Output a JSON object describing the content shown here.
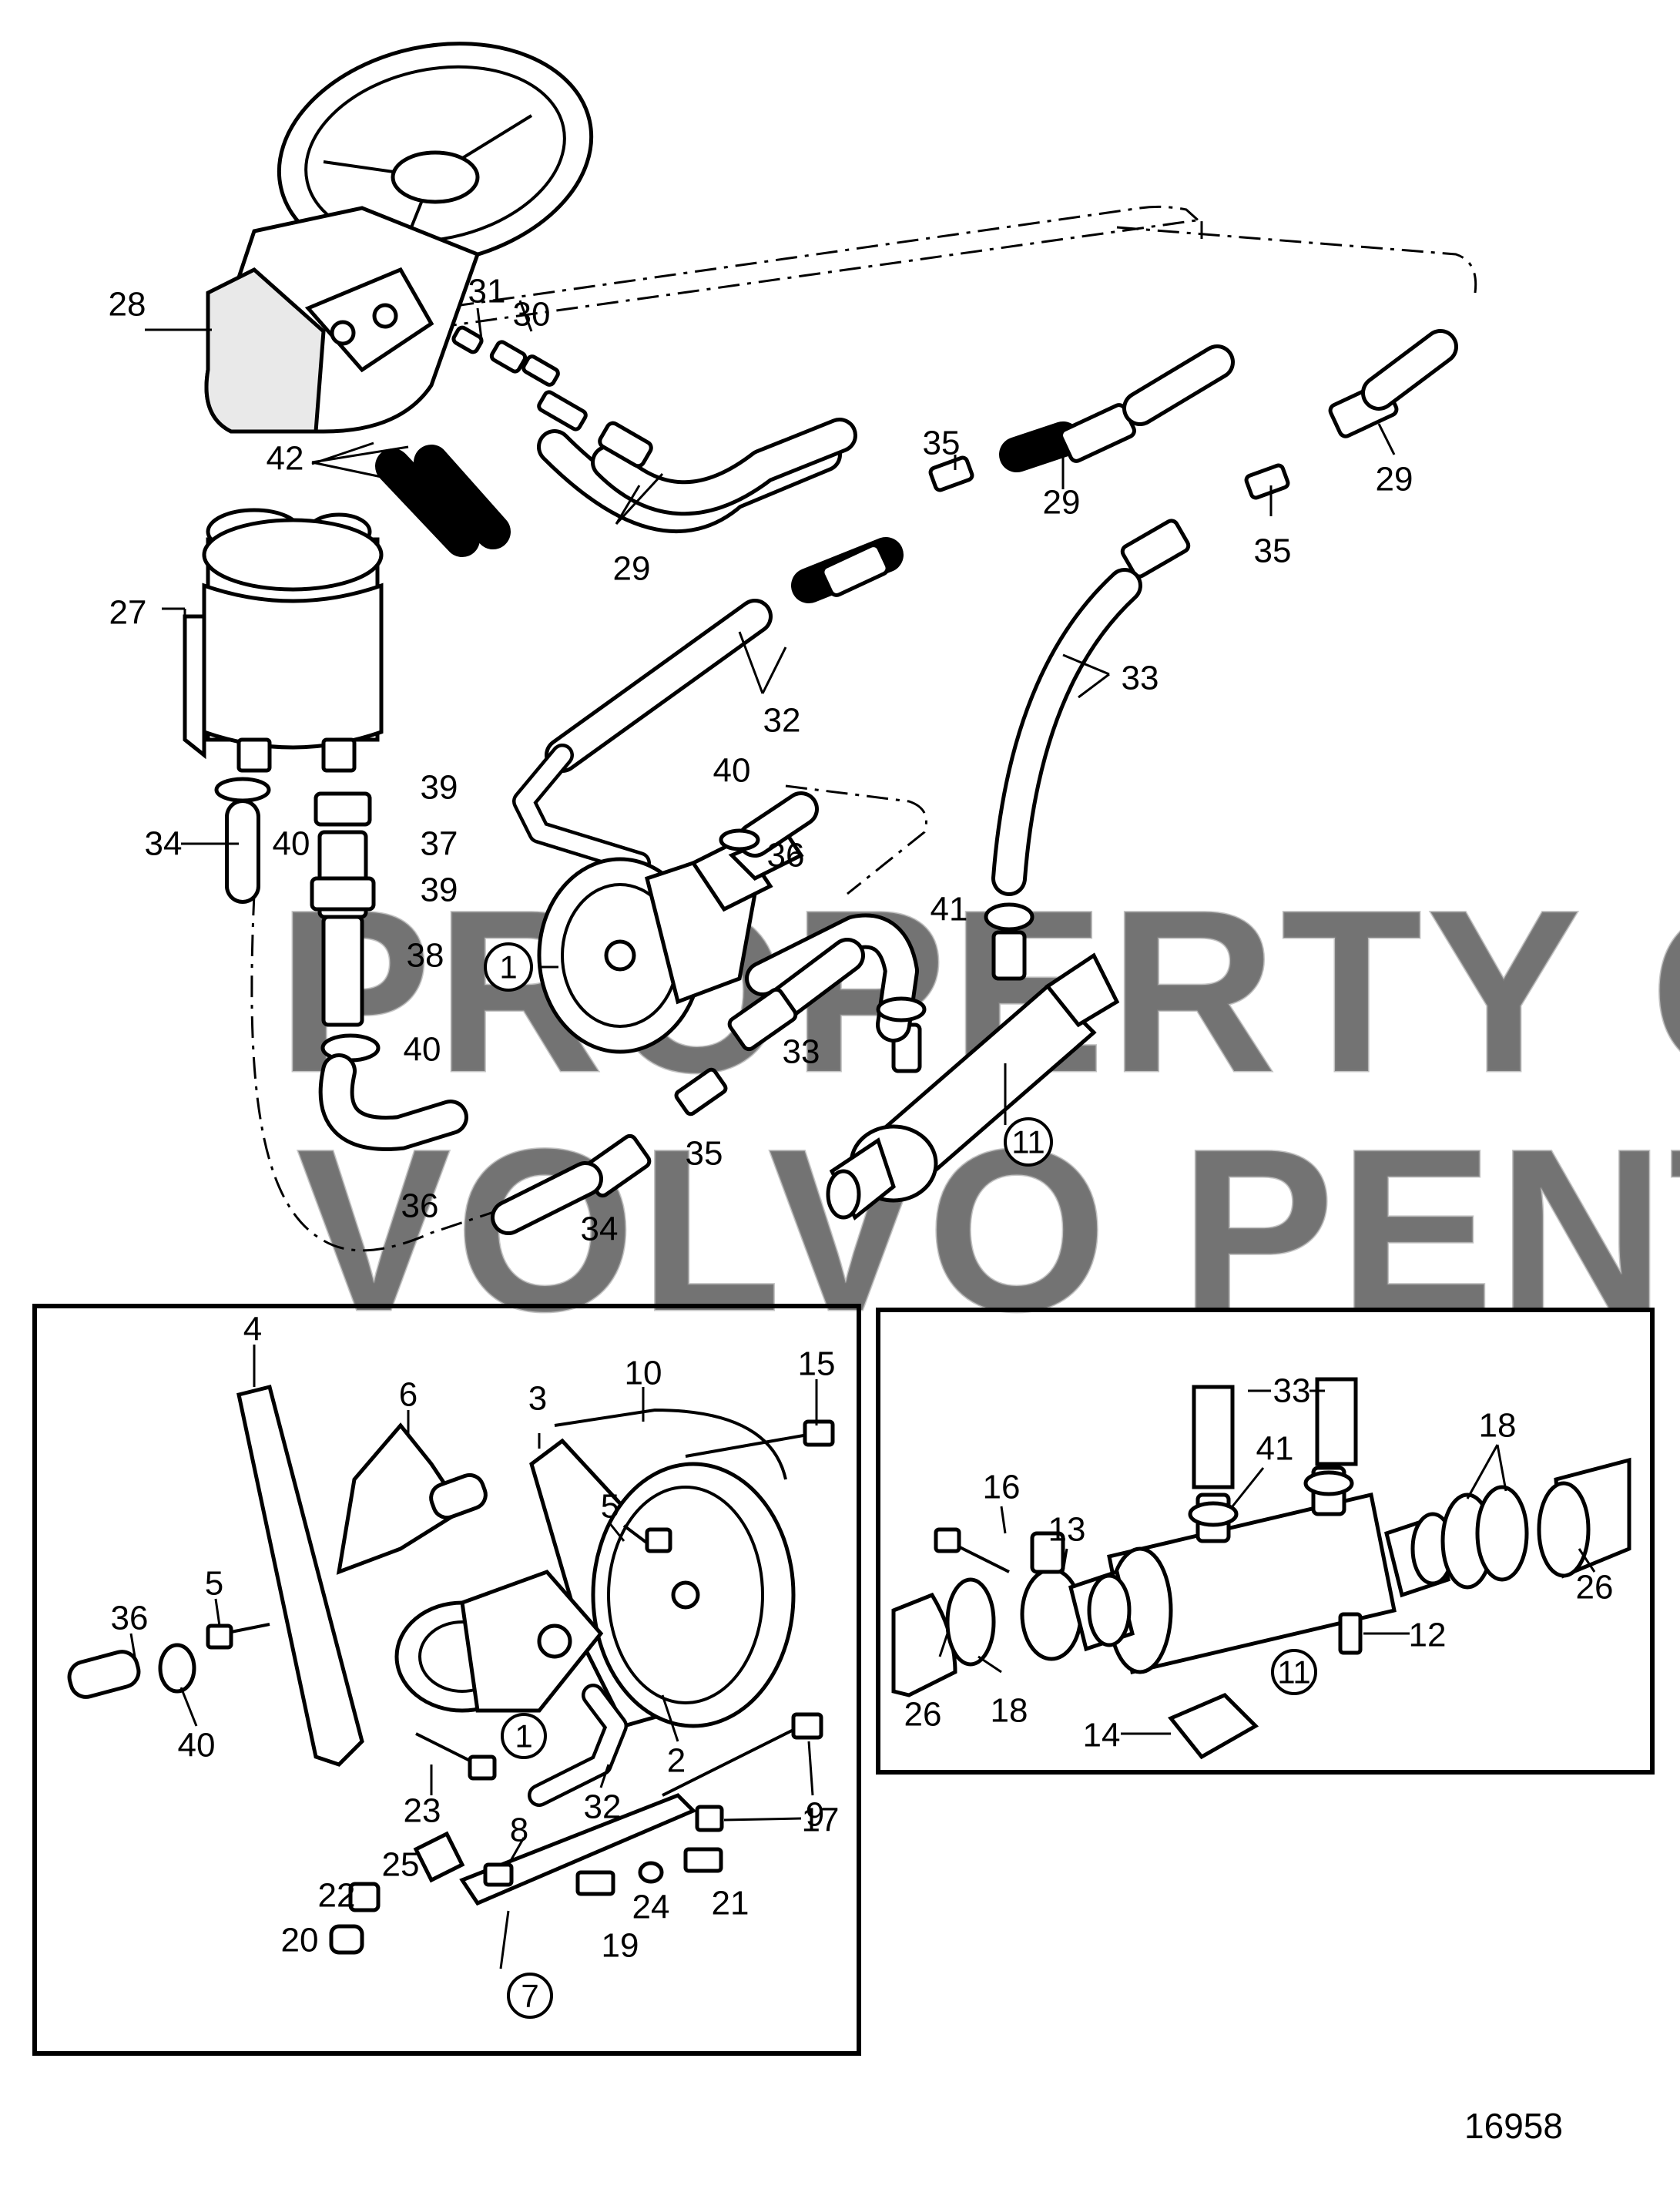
{
  "figure_number": "16958",
  "watermark": {
    "line1": "PROPERTY OF",
    "line2": "VOLVO PENTA"
  },
  "main_callouts": {
    "c27": "27",
    "c28": "28",
    "c30": "30",
    "c31": "31",
    "c42": "42",
    "c29_a": "29",
    "c29_b": "29",
    "c29_c": "29",
    "c35_a": "35",
    "c35_b": "35",
    "c35_c": "35",
    "c32": "32",
    "c33_a": "33",
    "c33_b": "33",
    "c34_a": "34",
    "c34_b": "34",
    "c36_a": "36",
    "c36_b": "36",
    "c37": "37",
    "c38": "38",
    "c39_a": "39",
    "c39_b": "39",
    "c40_a": "40",
    "c40_b": "40",
    "c40_c": "40",
    "c41": "41",
    "c1": "1",
    "c11": "11"
  },
  "inset_pump_callouts": {
    "c1": "1",
    "c2": "2",
    "c3": "3",
    "c4": "4",
    "c5_a": "5",
    "c5_b": "5",
    "c6": "6",
    "c7": "7",
    "c8": "8",
    "c9": "9",
    "c10": "10",
    "c15": "15",
    "c17": "17",
    "c19": "19",
    "c20": "20",
    "c21": "21",
    "c22": "22",
    "c23": "23",
    "c24": "24",
    "c25": "25",
    "c32": "32",
    "c36": "36",
    "c40": "40"
  },
  "inset_cooler_callouts": {
    "c11": "11",
    "c12": "12",
    "c13": "13",
    "c14": "14",
    "c16": "16",
    "c18_a": "18",
    "c18_b": "18",
    "c26_a": "26",
    "c26_b": "26",
    "c33": "33",
    "c41": "41"
  }
}
